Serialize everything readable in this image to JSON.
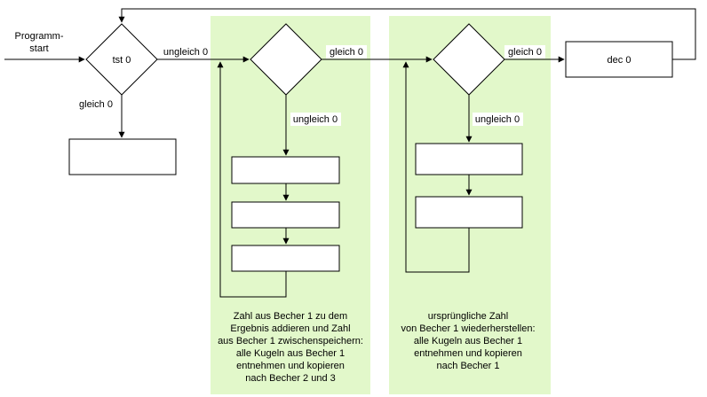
{
  "diagram": {
    "start": {
      "line1": "Programm-",
      "line2": "start"
    },
    "decision1": {
      "label": "tst 0",
      "branch_right": "ungleich 0",
      "branch_down": "gleich 0"
    },
    "decision2": {
      "branch_right": "gleich 0",
      "branch_down": "ungleich 0"
    },
    "decision3": {
      "branch_right": "gleich 0",
      "branch_down": "ungleich 0"
    },
    "dec_box": {
      "label": "dec 0"
    },
    "note1": {
      "lines": [
        "Zahl aus Becher 1 zu dem",
        "Ergebnis addieren und Zahl",
        "aus Becher 1 zwischenspeichern:",
        "alle Kugeln aus Becher 1",
        "entnehmen und kopieren",
        "nach Becher 2 und  3"
      ]
    },
    "note2": {
      "lines": [
        "ursprüngliche Zahl",
        "von Becher 1 wiederherstellen:",
        "alle Kugeln aus Becher 1",
        "entnehmen und kopieren",
        "nach Becher 1"
      ]
    },
    "colors": {
      "region_background": "#e2f8ca",
      "shape_fill": "#ffffff",
      "stroke": "#000000",
      "label_background": "#ffffff"
    }
  }
}
